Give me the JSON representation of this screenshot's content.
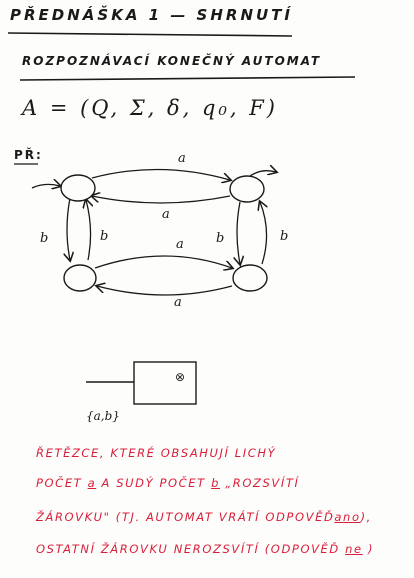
{
  "heading": {
    "title": "PŘEDNÁŠKA 1 — SHRNUTÍ",
    "subtitle": "ROZPOZNÁVACÍ KONEČNÝ AUTOMAT",
    "formula": "A = (Q, Σ, δ, q₀, F)"
  },
  "example": {
    "label": "PŘ:",
    "edge_labels": {
      "top_right": "a",
      "top_left": "a",
      "bottom_right": "a",
      "bottom_left": "a",
      "left_down": "b",
      "left_up": "b",
      "right_down": "b",
      "right_up": "b"
    },
    "input_alphabet": "{a,b}",
    "box_symbol": "⊗"
  },
  "note": {
    "line1": "ŘETĚZCE, KTERÉ OBSAHUJÍ LICHÝ",
    "line2_pre": "POČET",
    "line2_a": "a",
    "line2_mid": "A SUDÝ POČET",
    "line2_b": "b",
    "line2_post": "„ROZSVÍTÍ",
    "line3_pre": "ŽÁROVKU\" (TJ. AUTOMAT VRÁTÍ ODPOVĚĎ",
    "line3_ano": "ano",
    "line3_post": "),",
    "line4_pre": "OSTATNÍ ŽÁROVKU NEROZSVÍTÍ (ODPOVĚĎ",
    "line4_ne": "ne",
    "line4_post": ")"
  },
  "colors": {
    "ink": "#1a1a1a",
    "red_ink": "#d91e3a"
  }
}
